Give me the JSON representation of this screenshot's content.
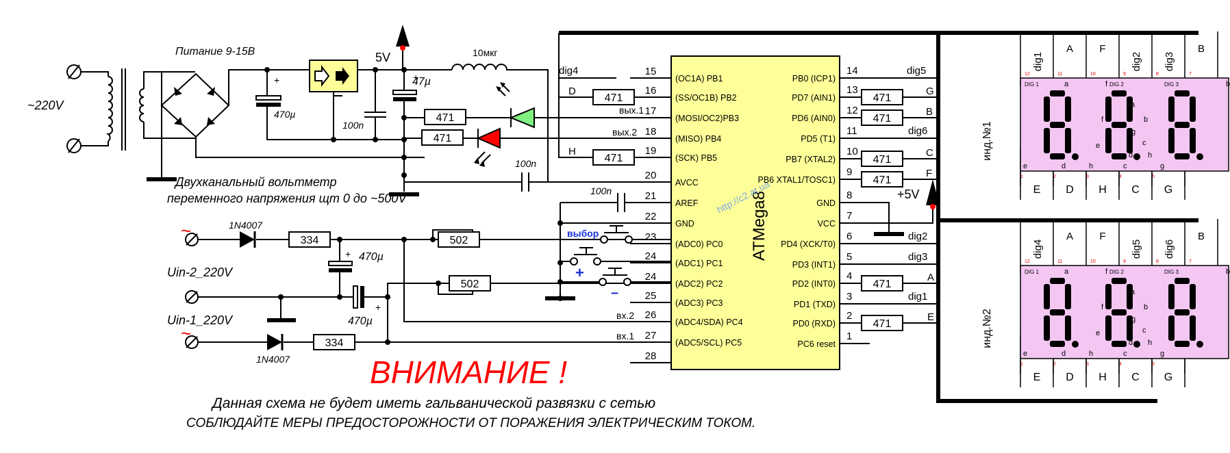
{
  "supply": {
    "title": "Питание 9-15В",
    "mains": "~220V",
    "v5": "5V",
    "v5_right": "+5V",
    "c470": "470µ",
    "c47": "47µ",
    "c100n_a": "100n",
    "c100n_b": "100n",
    "c100n_c": "100n",
    "inductor": "10мкг"
  },
  "heading": {
    "line1": "Двухканальный вольтметр",
    "line2": "переменного напряжения щт 0 до ~500V"
  },
  "inputs": {
    "tilde": "~",
    "diode": "1N4007",
    "uin2": "Uin-2_220V",
    "uin1": "Uin-1_220V",
    "r334": "334",
    "r502": "502",
    "c470a": "470µ",
    "c470b": "470µ",
    "btn_select": "выбор",
    "btn_plus": "+",
    "btn_minus": "–"
  },
  "mcu": {
    "name": "ATMega8",
    "watermark": "http://c2.at.ua",
    "left_pins": [
      {
        "num": "15",
        "label": "(OC1A) PB1"
      },
      {
        "num": "16",
        "label": "(SS/OC1B) PB2"
      },
      {
        "num": "17",
        "label": "(MOSI/OC2)PB3"
      },
      {
        "num": "18",
        "label": "(MISO) PB4"
      },
      {
        "num": "19",
        "label": "(SCK) PB5"
      },
      {
        "num": "20",
        "label": "AVCC"
      },
      {
        "num": "21",
        "label": "AREF"
      },
      {
        "num": "22",
        "label": "GND"
      },
      {
        "num": "23",
        "label": "(ADC0) PC0"
      },
      {
        "num": "24",
        "label": "(ADC1) PC1"
      },
      {
        "num": "24",
        "label": "(ADC2) PC2"
      },
      {
        "num": "25",
        "label": "(ADC3) PC3"
      },
      {
        "num": "26",
        "label": "(ADC4/SDA) PC4"
      },
      {
        "num": "27",
        "label": "(ADC5/SCL) PC5"
      },
      {
        "num": "28",
        "label": ""
      }
    ],
    "right_pins": [
      {
        "num": "14",
        "label": "PB0 (ICP1)"
      },
      {
        "num": "13",
        "label": "PD7 (AIN1)"
      },
      {
        "num": "12",
        "label": "PD6 (AIN0)"
      },
      {
        "num": "11",
        "label": "PD5  (T1)"
      },
      {
        "num": "10",
        "label": "PB7 (XTAL2)"
      },
      {
        "num": "9",
        "label": "PB6 XTAL1/TOSC1)"
      },
      {
        "num": "8",
        "label": "GND"
      },
      {
        "num": "7",
        "label": "VCC"
      },
      {
        "num": "6",
        "label": "PD4 (XCK/T0)"
      },
      {
        "num": "5",
        "label": "PD3 (INT1)"
      },
      {
        "num": "4",
        "label": "PD2 (INT0)"
      },
      {
        "num": "3",
        "label": "PD1 (TXD)"
      },
      {
        "num": "2",
        "label": "PD0 (RXD)"
      },
      {
        "num": "1",
        "label": "PC6 reset"
      }
    ]
  },
  "nets": {
    "dig4": "dig4",
    "D": "D",
    "vyh1": "вых.1",
    "vyh2": "вых.2",
    "H": "H",
    "vh2": "вх.2",
    "vh1": "вх.1",
    "dig5": "dig5",
    "G": "G",
    "B": "B",
    "dig6": "dig6",
    "C": "C",
    "F": "F",
    "dig2": "dig2",
    "dig3": "dig3",
    "A": "A",
    "dig1": "dig1",
    "E": "E",
    "r471": "471"
  },
  "displays": {
    "ind1": "инд.№1",
    "ind2": "инд.№2",
    "top1": [
      "dig1",
      "A",
      "F",
      "dig2",
      "dig3",
      "B"
    ],
    "top2": [
      "dig4",
      "A",
      "F",
      "dig5",
      "dig6",
      "B"
    ],
    "bottom": [
      "E",
      "D",
      "H",
      "C",
      "G"
    ],
    "dig_labels": [
      "DIG 1",
      "DIG 2",
      "DIG 3"
    ],
    "seg_a": "a",
    "seg_b": "b",
    "seg_f": "f",
    "seg_g": "g",
    "seg_c": "c",
    "seg_d": "d",
    "seg_e": "e",
    "seg_h": "h",
    "pins_top": [
      "12",
      "11",
      "10",
      "9",
      "8",
      "7"
    ],
    "pins_bottom": [
      "1",
      "2",
      "3",
      "4",
      "5"
    ],
    "pink": "#f4c6f2",
    "led_red": "#ff0000",
    "led_green": "#80f080",
    "mcu_yellow": "#ffff99",
    "reg_yellow": "#ffff99"
  },
  "warning": {
    "title": "ВНИМАНИЕ !",
    "line1": "Данная схема не будет иметь гальванической развязки с сетью",
    "line2": "СОБЛЮДАЙТЕ МЕРЫ ПРЕДОСТОРОЖНОСТИ ОТ ПОРАЖЕНИЯ ЭЛЕКТРИЧЕСКИМ ТОКОМ."
  }
}
